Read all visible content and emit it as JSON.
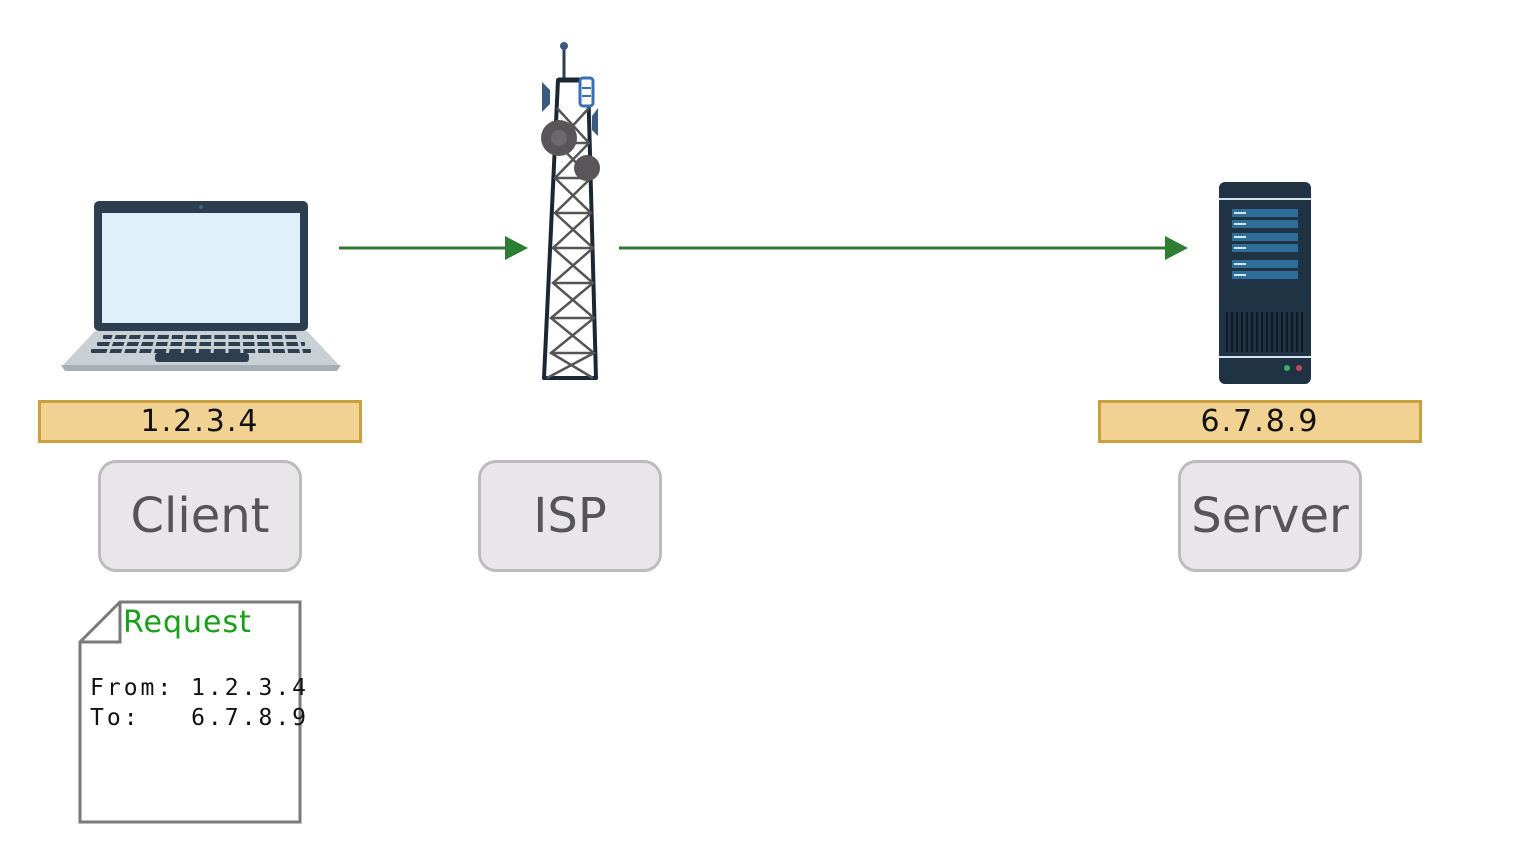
{
  "nodes": {
    "client": {
      "name": "Client",
      "ip": "1.2.3.4"
    },
    "isp": {
      "name": "ISP"
    },
    "server": {
      "name": "Server",
      "ip": "6.7.8.9"
    }
  },
  "request": {
    "title": "Request",
    "from_line": "From: 1.2.3.4",
    "to_line": "To:   6.7.8.9"
  },
  "colors": {
    "arrow": "#2e7d32",
    "ip_label_bg": "#f2d293",
    "ip_label_border": "#c9a03d",
    "node_box_bg": "#e8e6e9",
    "request_title": "#18a018"
  },
  "icons": [
    "laptop-icon",
    "cell-tower-icon",
    "server-icon"
  ]
}
